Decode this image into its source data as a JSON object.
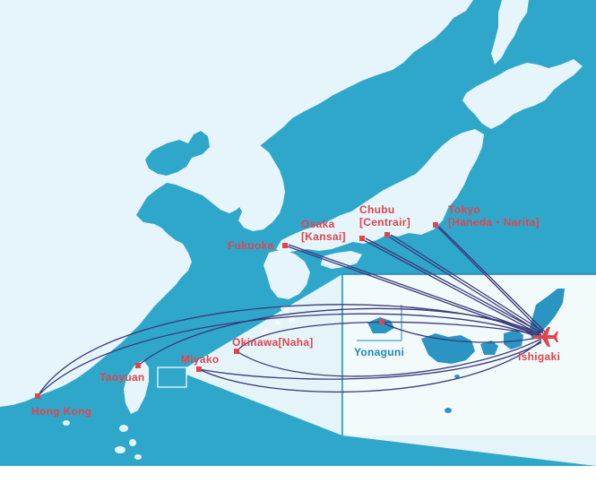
{
  "colors": {
    "sea": "#2fa7cb",
    "land": "#e6f4fb",
    "inset_land": "#2a94c2",
    "route": "#3c3a7a",
    "marker": "#e0454d",
    "label": "#e0454d",
    "label_blue": "#1e88b8",
    "hub_plane": "#e0454d"
  },
  "hub": {
    "name": "Ishigaki",
    "icon": "airplane-icon"
  },
  "labels": {
    "tokyo_1": "Tokyo",
    "tokyo_2": "[Haneda・Narita]",
    "chubu_1": "Chubu",
    "chubu_2": "[Centrair]",
    "osaka_1": "Osaka",
    "osaka_2": "[Kansai]",
    "fukuoka": "Fukuoka",
    "okinawa": "Okinawa[Naha]",
    "miyako": "Miyako",
    "taoyuan": "Taoyuan",
    "hong_kong": "Hong Kong",
    "yonaguni": "Yonaguni",
    "ishigaki": "Ishigaki"
  }
}
